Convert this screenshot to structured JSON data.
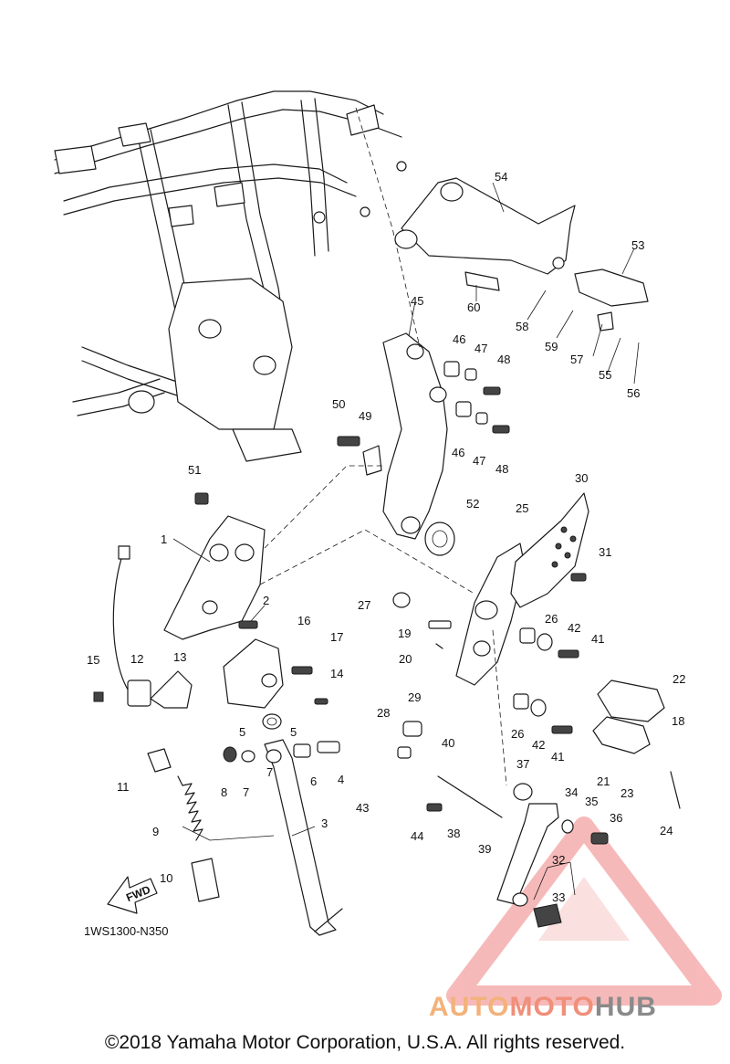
{
  "diagram": {
    "code": "1WS1300-N350",
    "fwd_label": "FWD",
    "callouts": [
      "1",
      "2",
      "3",
      "4",
      "5",
      "5",
      "6",
      "7",
      "7",
      "8",
      "9",
      "10",
      "11",
      "12",
      "13",
      "14",
      "15",
      "16",
      "17",
      "18",
      "19",
      "20",
      "21",
      "22",
      "23",
      "24",
      "25",
      "26",
      "26",
      "27",
      "28",
      "29",
      "30",
      "31",
      "32",
      "33",
      "34",
      "35",
      "36",
      "37",
      "38",
      "39",
      "40",
      "41",
      "41",
      "42",
      "42",
      "43",
      "44",
      "45",
      "46",
      "46",
      "47",
      "47",
      "48",
      "48",
      "49",
      "50",
      "51",
      "52",
      "53",
      "54",
      "55",
      "56",
      "57",
      "58",
      "59",
      "60"
    ]
  },
  "watermark": {
    "part1": "AUTO",
    "part2": "MOTO",
    "part3": "HUB",
    "colors": [
      "#f2b27a",
      "#f08f7a",
      "#8a8a8a"
    ]
  },
  "copyright": "©2018 Yamaha Motor Corporation, U.S.A. All rights reserved."
}
